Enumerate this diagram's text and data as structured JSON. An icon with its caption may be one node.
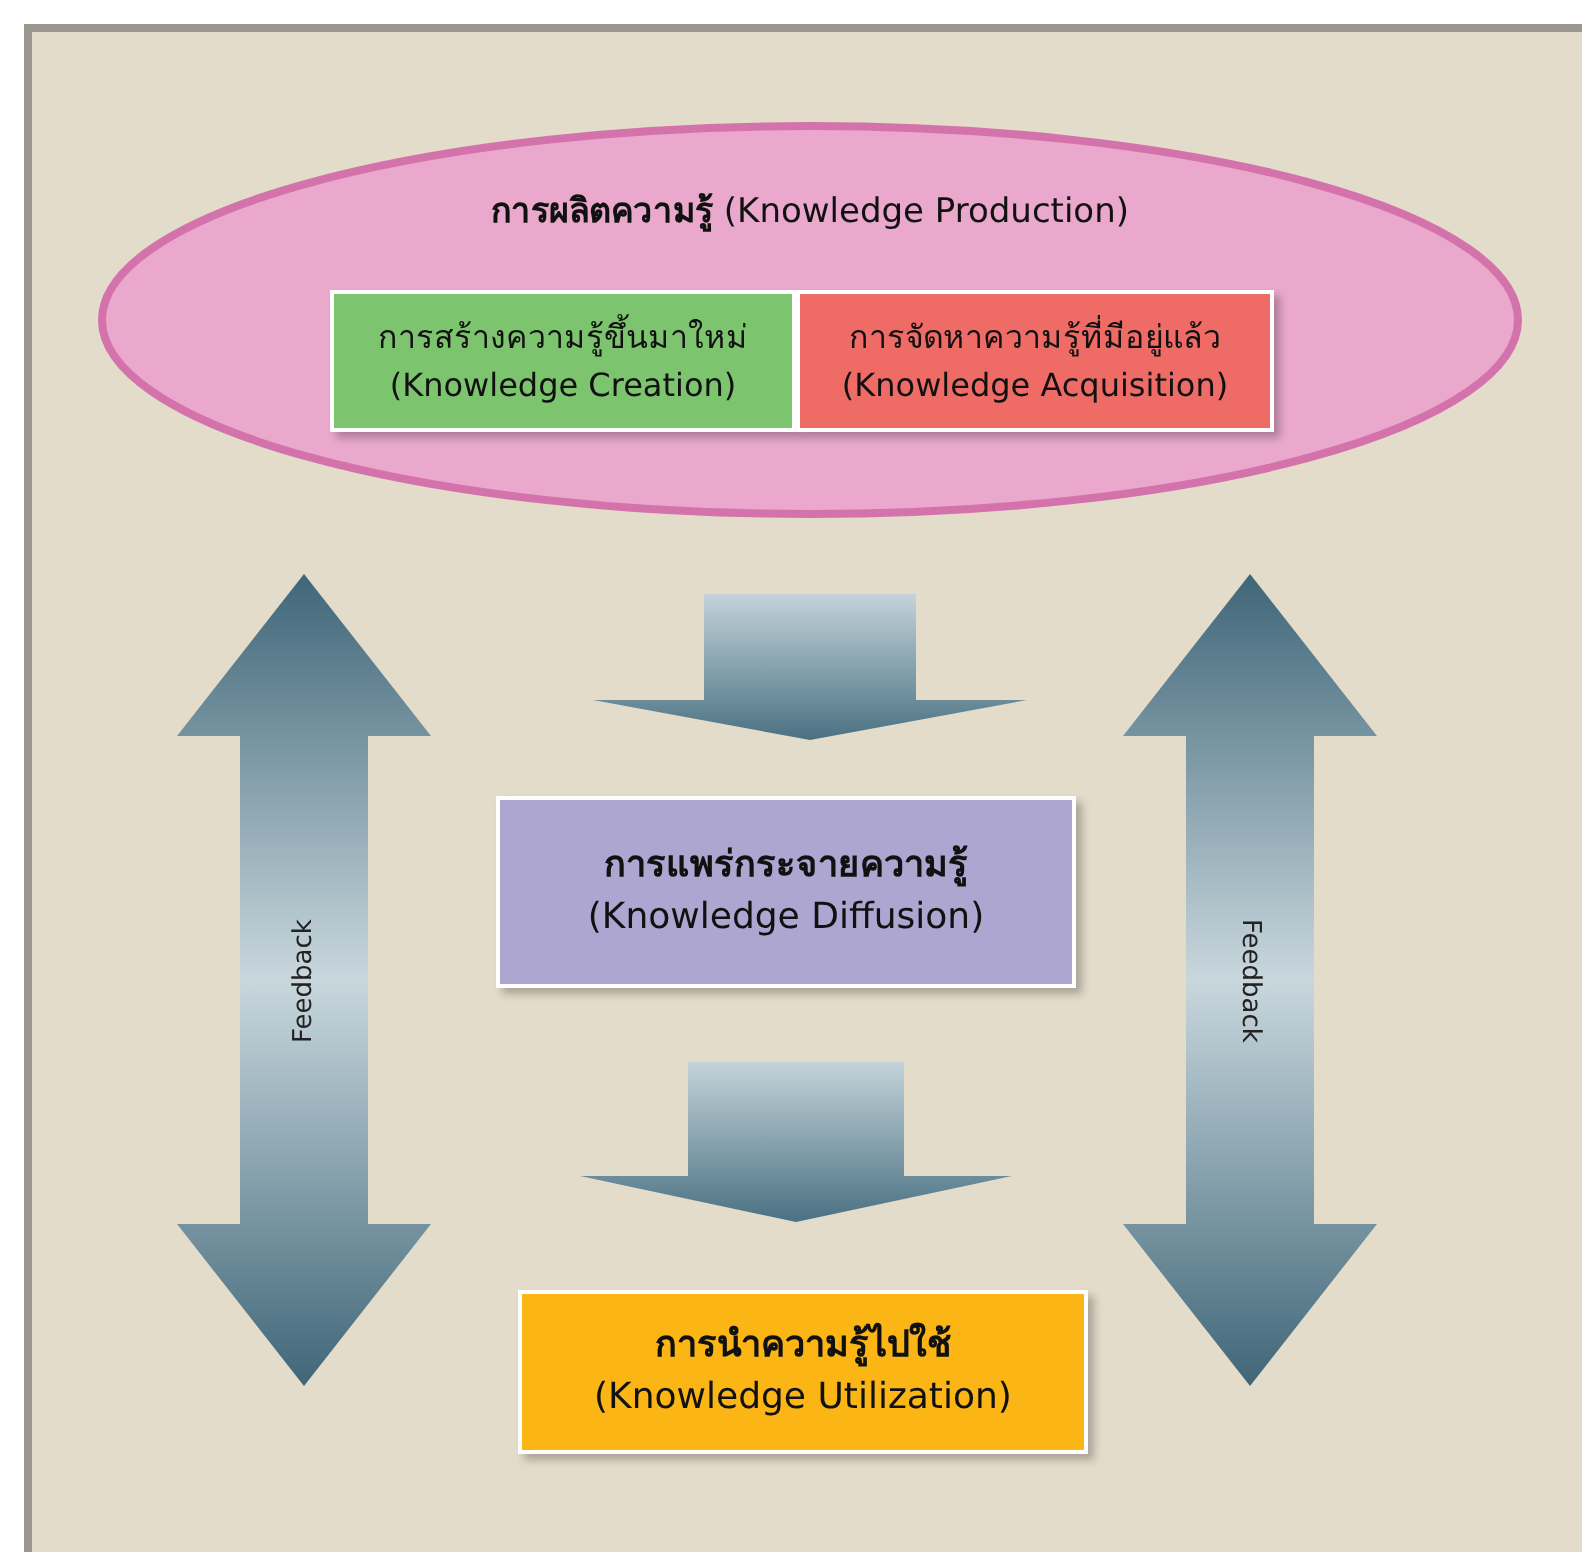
{
  "diagram": {
    "nodes": [
      {
        "text": [
          "**การผลิตความรู้** (Knowledge Production)"
        ]
      },
      {
        "text": [
          "การสร้างความรู้ขึ้นมาใหม่ (Knowledge Creation)"
        ],
        "in": 0
      },
      {
        "text": [
          "การจัดหาความรู้ที่มีอยู่แล้ว (Knowledge Acquisition)"
        ],
        "in": 0
      },
      {
        "text": [
          "**การแพร่กระจายความรู้** (Knowledge Diffusion)"
        ]
      },
      {
        "text": [
          "**การนำความรู้ไปใช้** (Knowledge Utilization)"
        ]
      }
    ],
    "edges": [
      {
        "from": 0,
        "to": 3,
        "arrow": "to"
      },
      {
        "from": 3,
        "to": 4,
        "arrow": "to"
      },
      {
        "from": 0,
        "to": 4,
        "arrow": "both",
        "label": "Feedback"
      },
      {
        "from": 0,
        "to": 4,
        "arrow": "both",
        "label": "Feedback"
      }
    ]
  }
}
